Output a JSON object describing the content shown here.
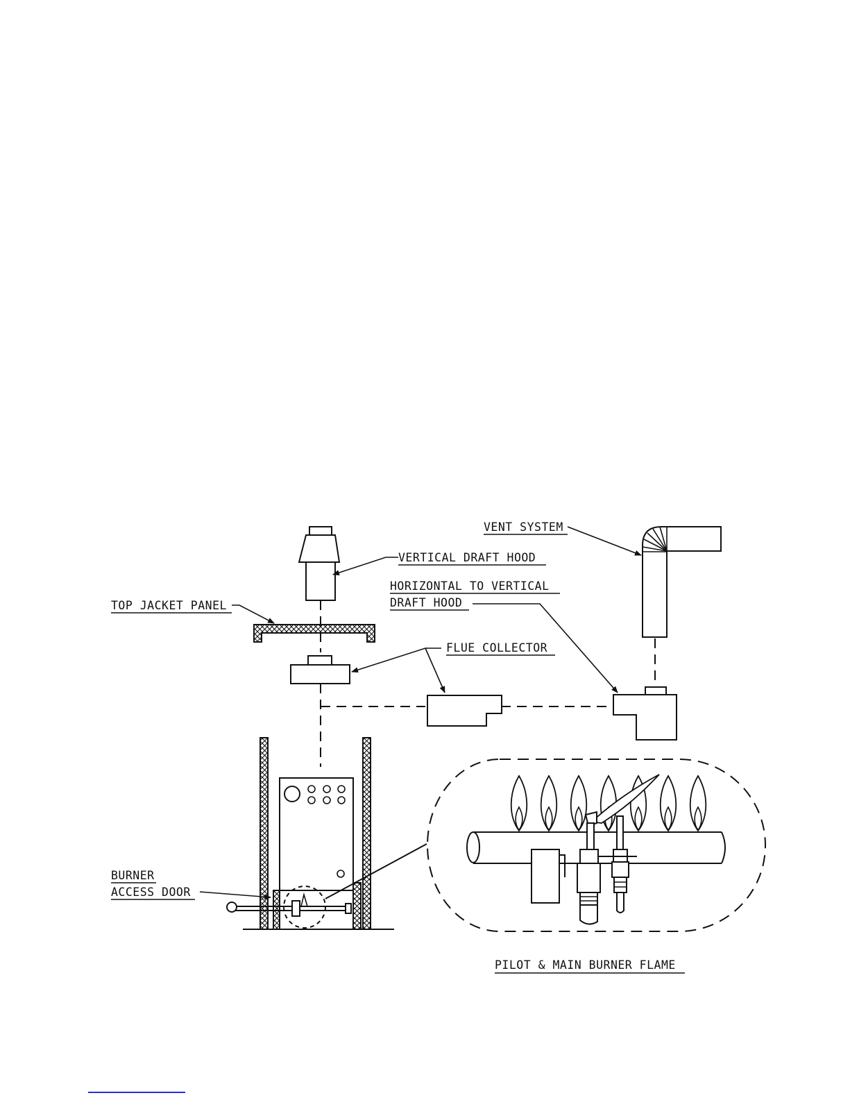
{
  "labels": {
    "vent_system": "VENT SYSTEM",
    "vertical_draft_hood": "VERTICAL DRAFT HOOD",
    "horizontal_to_vertical_1": "HORIZONTAL TO VERTICAL",
    "horizontal_to_vertical_2": "DRAFT HOOD",
    "top_jacket_panel": "TOP JACKET PANEL",
    "flue_collector": "FLUE COLLECTOR",
    "burner_1": "BURNER",
    "burner_2": "ACCESS DOOR",
    "pilot_main_burner_flame": "PILOT & MAIN BURNER FLAME"
  }
}
